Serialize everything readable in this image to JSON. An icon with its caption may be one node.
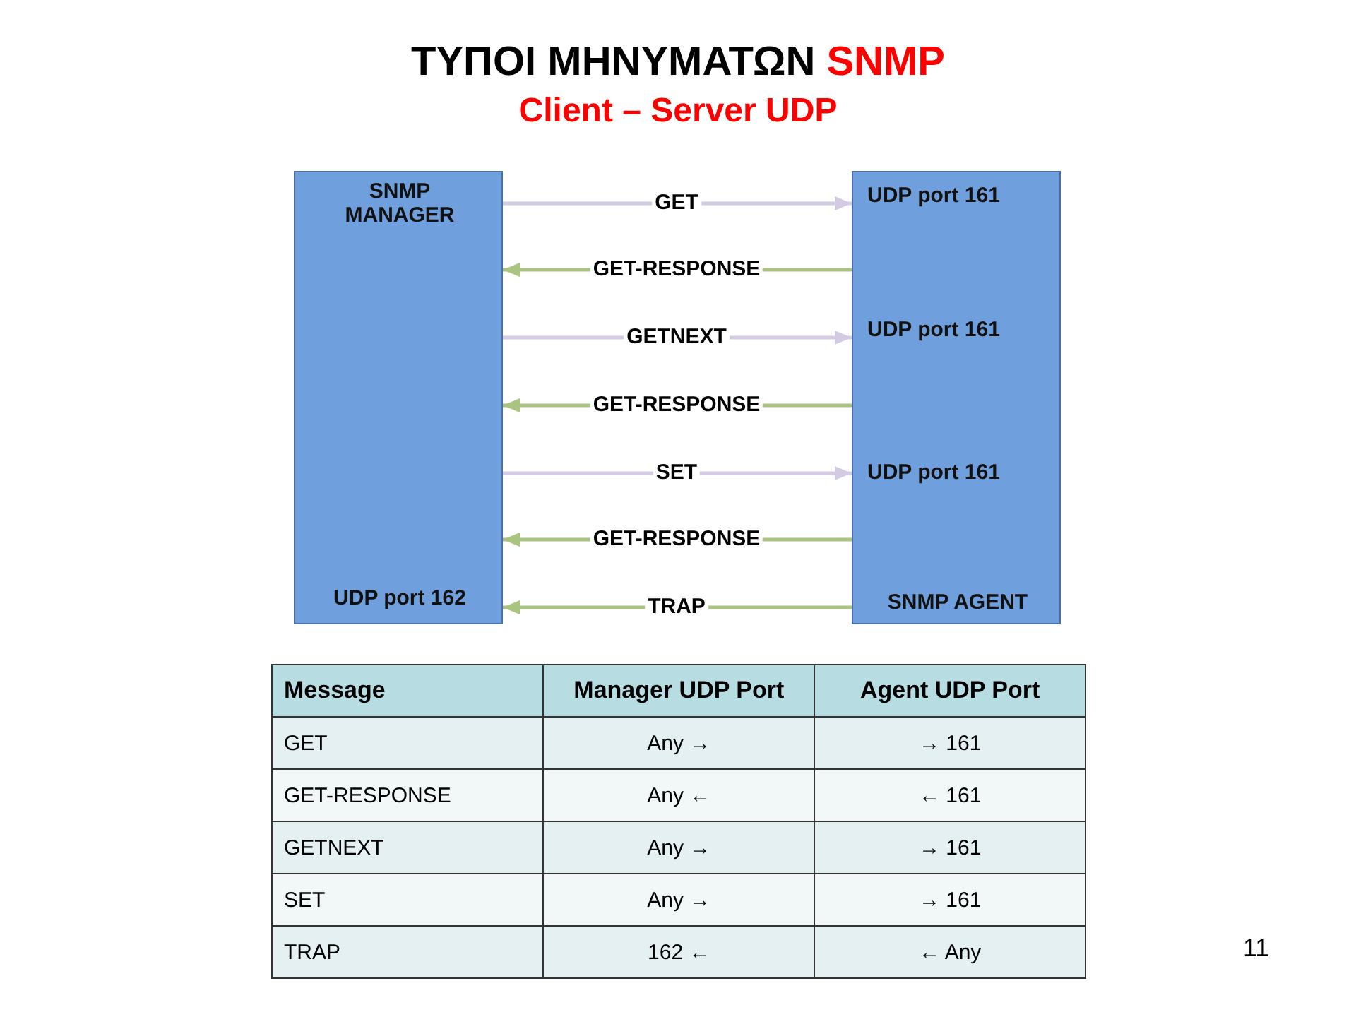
{
  "diagram": {
    "title": "ΤΥΠΟΙ ΜΗΝΥΜΑΤΩΝ SNMP",
    "nodes": [
      {
        "text": [
          "SNMP MANAGER",
          "UDP port 162"
        ]
      },
      {
        "text": [
          "UDP port 161",
          "UDP port 161",
          "UDP port 161",
          "SNMP AGENT"
        ]
      }
    ],
    "edges": [
      {
        "from": 0,
        "to": 1,
        "arrow": "to",
        "label": "GET",
        "color": "#d3cbe3"
      },
      {
        "from": 1,
        "to": 0,
        "arrow": "to",
        "label": "GET-RESPONSE"
      },
      {
        "from": 0,
        "to": 1,
        "arrow": "to",
        "label": "GETNEXT",
        "color": "#d3cbe3"
      },
      {
        "from": 1,
        "to": 0,
        "arrow": "to",
        "label": "GET-RESPONSE"
      },
      {
        "from": 0,
        "to": 1,
        "arrow": "to",
        "label": "SET",
        "color": "#d3cbe3"
      },
      {
        "from": 1,
        "to": 0,
        "arrow": "to",
        "label": "GET-RESPONSE"
      },
      {
        "from": 1,
        "to": 0,
        "arrow": "to",
        "label": "TRAP"
      }
    ],
    "labels": [
      "Client – Server UDP",
      "Message",
      "Manager UDP Port",
      "Agent UDP Port",
      "GET",
      "Any →",
      "→ 161",
      "GET-RESPONSE",
      "Any ←",
      "← 161",
      "GETNEXT",
      "Any →",
      "→ 161",
      "SET",
      "Any →",
      "→ 161",
      "TRAP",
      "162 ←",
      "← Any",
      "11"
    ]
  }
}
